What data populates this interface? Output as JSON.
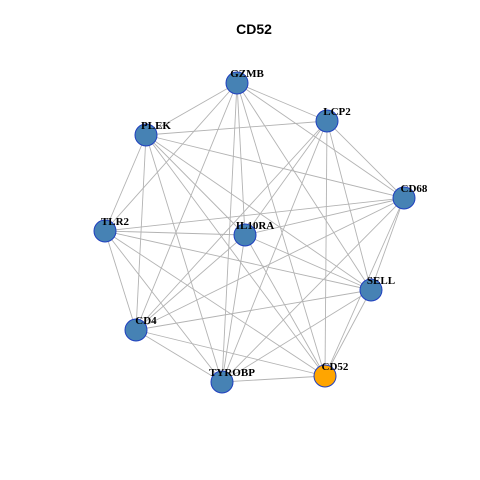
{
  "title": "CD52",
  "colors": {
    "node_fill": "#4682b4",
    "node_stroke": "#1f3fbf",
    "highlight_fill": "#ffa500",
    "highlight_stroke": "#1f3fbf",
    "edge": "#b3b3b3"
  },
  "nodes": [
    {
      "id": "GZMB",
      "label": "GZMB",
      "highlight": false
    },
    {
      "id": "LCP2",
      "label": "LCP2",
      "highlight": false
    },
    {
      "id": "PLEK",
      "label": "PLEK",
      "highlight": false
    },
    {
      "id": "CD68",
      "label": "CD68",
      "highlight": false
    },
    {
      "id": "TLR2",
      "label": "TLR2",
      "highlight": false
    },
    {
      "id": "IL10RA",
      "label": "IL10RA",
      "highlight": false
    },
    {
      "id": "SELL",
      "label": "SELL",
      "highlight": false
    },
    {
      "id": "CD4",
      "label": "CD4",
      "highlight": false
    },
    {
      "id": "CD52",
      "label": "CD52",
      "highlight": true
    },
    {
      "id": "TYROBP",
      "label": "TYROBP",
      "highlight": false
    }
  ],
  "edges": [
    [
      "GZMB",
      "LCP2"
    ],
    [
      "GZMB",
      "PLEK"
    ],
    [
      "GZMB",
      "CD68"
    ],
    [
      "GZMB",
      "IL10RA"
    ],
    [
      "GZMB",
      "SELL"
    ],
    [
      "GZMB",
      "CD4"
    ],
    [
      "GZMB",
      "CD52"
    ],
    [
      "GZMB",
      "TYROBP"
    ],
    [
      "GZMB",
      "TLR2"
    ],
    [
      "LCP2",
      "PLEK"
    ],
    [
      "LCP2",
      "CD68"
    ],
    [
      "LCP2",
      "IL10RA"
    ],
    [
      "LCP2",
      "SELL"
    ],
    [
      "LCP2",
      "CD4"
    ],
    [
      "LCP2",
      "CD52"
    ],
    [
      "LCP2",
      "TYROBP"
    ],
    [
      "PLEK",
      "TLR2"
    ],
    [
      "PLEK",
      "IL10RA"
    ],
    [
      "PLEK",
      "SELL"
    ],
    [
      "PLEK",
      "CD4"
    ],
    [
      "PLEK",
      "CD52"
    ],
    [
      "PLEK",
      "CD68"
    ],
    [
      "PLEK",
      "TYROBP"
    ],
    [
      "CD68",
      "IL10RA"
    ],
    [
      "CD68",
      "TLR2"
    ],
    [
      "CD68",
      "SELL"
    ],
    [
      "CD68",
      "CD4"
    ],
    [
      "CD68",
      "CD52"
    ],
    [
      "CD68",
      "TYROBP"
    ],
    [
      "TLR2",
      "IL10RA"
    ],
    [
      "TLR2",
      "SELL"
    ],
    [
      "TLR2",
      "CD4"
    ],
    [
      "TLR2",
      "TYROBP"
    ],
    [
      "TLR2",
      "CD52"
    ],
    [
      "IL10RA",
      "SELL"
    ],
    [
      "IL10RA",
      "TYROBP"
    ],
    [
      "IL10RA",
      "CD52"
    ],
    [
      "IL10RA",
      "CD4"
    ],
    [
      "SELL",
      "CD4"
    ],
    [
      "SELL",
      "TYROBP"
    ],
    [
      "SELL",
      "CD52"
    ],
    [
      "CD4",
      "TYROBP"
    ],
    [
      "CD4",
      "CD52"
    ],
    [
      "TYROBP",
      "CD52"
    ]
  ]
}
